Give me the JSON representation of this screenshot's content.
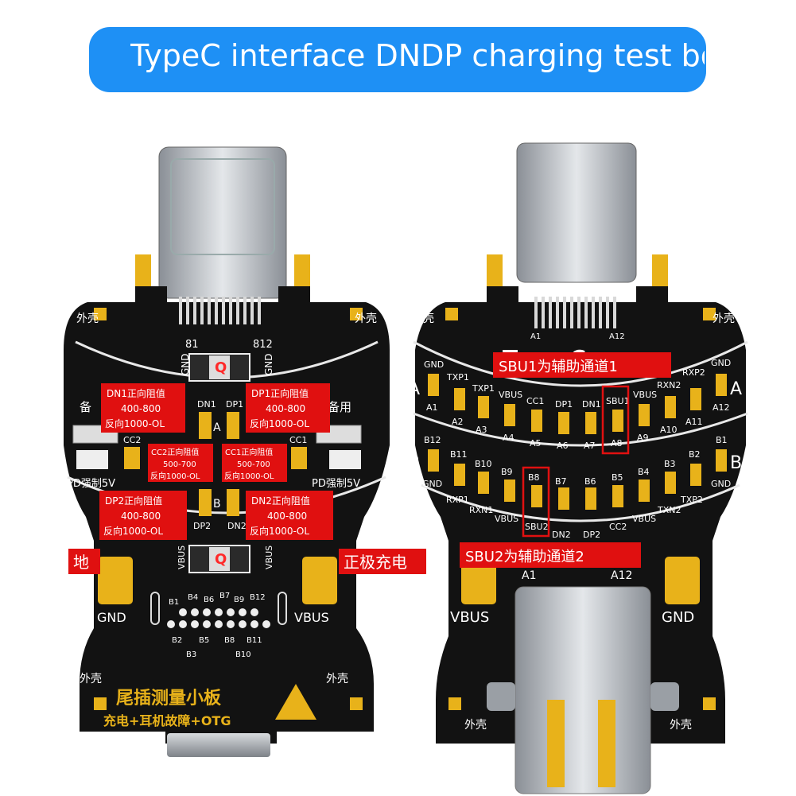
{
  "banner": {
    "title": "TypeC interface DNDP charging test board"
  },
  "colors": {
    "banner": "#1e90f5",
    "board": "#111111",
    "gold": "#e8b21a",
    "red_label": "#e01010",
    "red_frame": "#e01010"
  },
  "left_board": {
    "shell_tl": "外壳",
    "shell_tr": "外壳",
    "shell_bl": "外壳",
    "shell_br": "外壳",
    "pin_81": "81",
    "pin_812": "812",
    "gnd_top_l": "GND",
    "gnd_top_r": "GND",
    "q_top": "Q",
    "q_bottom": "Q",
    "vbus_bot_l": "VBUS",
    "vbus_bot_r": "VBUS",
    "dn1": "DN1",
    "dp1": "DP1",
    "dp2": "DP2",
    "dn2": "DN2",
    "a_mark": "A",
    "b_mark": "B",
    "cc2": "CC2",
    "cc1": "CC1",
    "bei_left": "备",
    "bei_right": "备用",
    "pd_left": "PD强制5V",
    "pd_right": "PD强制5V",
    "gnd_pad": "GND",
    "vbus_pad": "VBUS",
    "b_pins": [
      "B4",
      "B6",
      "B7",
      "B9",
      "B12",
      "B1",
      "B2",
      "B5",
      "B8",
      "B11",
      "B3",
      "B10"
    ],
    "title": "尾插测量小板",
    "subtitle": "充电+耳机故障+OTG",
    "callouts": {
      "dn1": [
        "DN1正向阻值",
        "400-800",
        "反向1000-OL"
      ],
      "dp1": [
        "DP1正向阻值",
        "400-800",
        "反向1000-OL"
      ],
      "cc2": [
        "CC2正向阻值",
        "500-700",
        "反向1000-OL"
      ],
      "cc1": [
        "CC1正向阻值",
        "500-700",
        "反向1000-OL"
      ],
      "dp2": [
        "DP2正向阻值",
        "400-800",
        "反向1000-OL"
      ],
      "dn2": [
        "DN2正向阻值",
        "400-800",
        "反向1000-OL"
      ],
      "ground": "地",
      "positive": "正极充电"
    }
  },
  "right_board": {
    "shell_tl": "外壳",
    "shell_tr": "外壳",
    "shell_bl": "外壳",
    "shell_br": "外壳",
    "a1": "A1",
    "a12": "A12",
    "type_c_text": "Type-C",
    "row_a_label": "A",
    "row_b_label": "B",
    "row_a_top": [
      "GND",
      "TXP1",
      "TXP1",
      "VBUS",
      "CC1",
      "DP1",
      "DN1",
      "SBU1",
      "VBUS",
      "RXN2",
      "RXP2",
      "GND"
    ],
    "row_a_bot": [
      "A1",
      "A2",
      "A3",
      "A4",
      "A5",
      "A6",
      "A7",
      "A8",
      "A9",
      "A10",
      "A11",
      "A12"
    ],
    "row_b_top": [
      "B12",
      "B11",
      "B10",
      "B9",
      "B8",
      "B7",
      "B6",
      "B5",
      "B4",
      "B3",
      "B2",
      "B1"
    ],
    "row_b_bot": [
      "GND",
      "RXP1",
      "RXN1",
      "VBUS",
      "SBU2",
      "DN2",
      "DP2",
      "CC2",
      "VBUS",
      "TXN2",
      "TXP2",
      "GND"
    ],
    "bot_a1": "A1",
    "bot_a12": "A12",
    "vbus_pad": "VBUS",
    "gnd_pad": "GND",
    "callouts": {
      "sbu1": "SBU1为辅助通道1",
      "sbu2": "SBU2为辅助通道2"
    }
  }
}
